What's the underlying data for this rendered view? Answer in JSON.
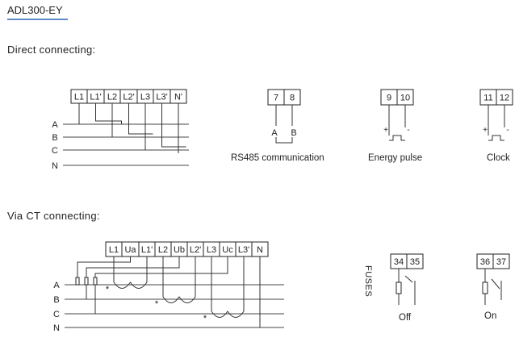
{
  "model": "ADL300-EY",
  "colors": {
    "accent": "#2e64b4",
    "ink": "#222222"
  },
  "direct": {
    "heading": "Direct connecting:",
    "terminals": [
      "L1",
      "L1'",
      "L2",
      "L2'",
      "L3",
      "L3'",
      "N'"
    ],
    "phases": [
      "A",
      "B",
      "C",
      "N"
    ],
    "rs485": {
      "terminals": [
        "7",
        "8"
      ],
      "labels": [
        "A",
        "B"
      ],
      "caption": "RS485 communication"
    },
    "pulse": {
      "terminals": [
        "9",
        "10"
      ],
      "signs": [
        "+",
        "-"
      ],
      "caption": "Energy pulse"
    },
    "clock": {
      "terminals": [
        "11",
        "12"
      ],
      "signs": [
        "+",
        "-"
      ],
      "caption": "Clock"
    }
  },
  "ct": {
    "heading": "Via CT connecting:",
    "terminals": [
      "L1",
      "Ua",
      "L1'",
      "L2",
      "Ub",
      "L2'",
      "L3",
      "Uc",
      "L3'",
      "N"
    ],
    "phases": [
      "A",
      "B",
      "C",
      "N"
    ],
    "ct_mark": "*",
    "fuses_label": "FUSES",
    "relay_off": {
      "terminals": [
        "34",
        "35"
      ],
      "caption": "Off"
    },
    "relay_on": {
      "terminals": [
        "36",
        "37"
      ],
      "caption": "On"
    }
  }
}
